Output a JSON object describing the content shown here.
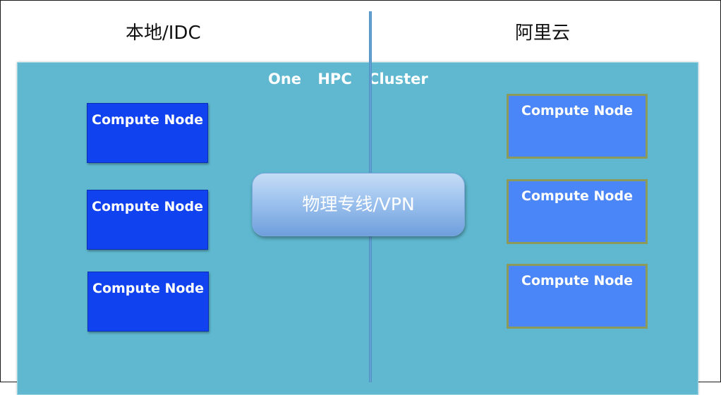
{
  "diagram": {
    "region_left_label": "本地/IDC",
    "region_right_label": "阿里云",
    "cluster_title": "One HPC Cluster",
    "connection_label": "物理专线/VPN",
    "local_nodes": [
      {
        "label": "Compute Node"
      },
      {
        "label": "Compute Node"
      },
      {
        "label": "Compute Node"
      }
    ],
    "cloud_nodes": [
      {
        "label": "Compute Node"
      },
      {
        "label": "Compute Node"
      },
      {
        "label": "Compute Node"
      }
    ]
  },
  "colors": {
    "cluster_background": "#5fb8cf",
    "local_node": "#1142f0",
    "cloud_node": "#4a86f7",
    "cloud_node_border": "#8c9b5a",
    "divider": "#4a8cc0"
  }
}
